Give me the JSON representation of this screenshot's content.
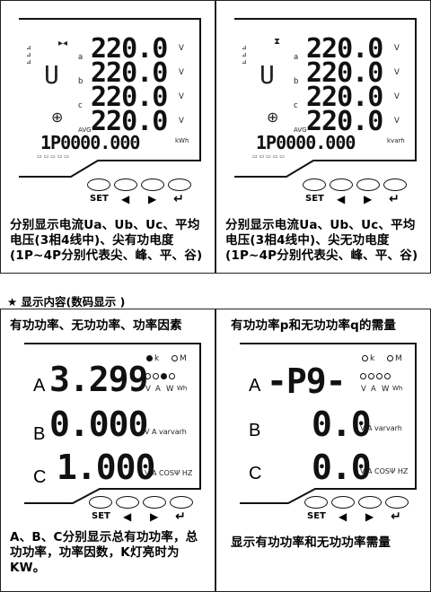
{
  "panel1": {
    "rows": [
      "220.0",
      "220.0",
      "220.0",
      "220.0"
    ],
    "row_letters": [
      "a",
      "b",
      "c",
      ""
    ],
    "row_units": [
      "V",
      "V",
      "V",
      "V"
    ],
    "mode": "U",
    "avg": "AVG",
    "energy": "1P0000.000",
    "energy_unit": "kWh",
    "caption": "分别显示电流Ua、Ub、Uc、平均电压(3相4线中)、尖有功电度(1P~4P分别代表尖、峰、平、谷)"
  },
  "panel2": {
    "rows": [
      "220.0",
      "220.0",
      "220.0",
      "220.0"
    ],
    "row_letters": [
      "a",
      "b",
      "c",
      ""
    ],
    "row_units": [
      "V",
      "V",
      "V",
      "V"
    ],
    "mode": "U",
    "avg": "AVG",
    "energy": "1P0000.000",
    "energy_unit": "kvarh",
    "caption": "分别显示电流Ua、Ub、Uc、平均电压(3相4线中)、尖无功电度(1P~4P分别代表尖、峰、平、谷)"
  },
  "buttons": {
    "set": "SET",
    "left": "◀",
    "right": "▶",
    "enter": "↵"
  },
  "section_title": "★  显示内容(数码显示 )",
  "panel3": {
    "header": "有功功率、无功功率、功率因素",
    "k_label": "k",
    "m_label": "M",
    "units_row": [
      "V",
      "A",
      "W",
      "Wh"
    ],
    "letters": [
      "A",
      "B",
      "C"
    ],
    "values": [
      "3.299",
      "0.000",
      "1.000"
    ],
    "unit_b": "V  A varvarh",
    "unit_c": "V  A COSΨ HZ",
    "caption": "A、B、C分别显示总有功功率，总功功率，功率因数，K灯亮时为KW。"
  },
  "panel4": {
    "header": "有功功率p和无功功率q的需量",
    "k_label": "k",
    "m_label": "M",
    "units_row": [
      "V",
      "A",
      "W",
      "Wh"
    ],
    "letters": [
      "A",
      "B",
      "C"
    ],
    "values": [
      "-P9-",
      "0.0",
      "0.0"
    ],
    "unit_b": "V  A varvarh",
    "unit_c": "V  A COSΨ HZ",
    "caption": "显示有功功率和无功功率需量"
  }
}
